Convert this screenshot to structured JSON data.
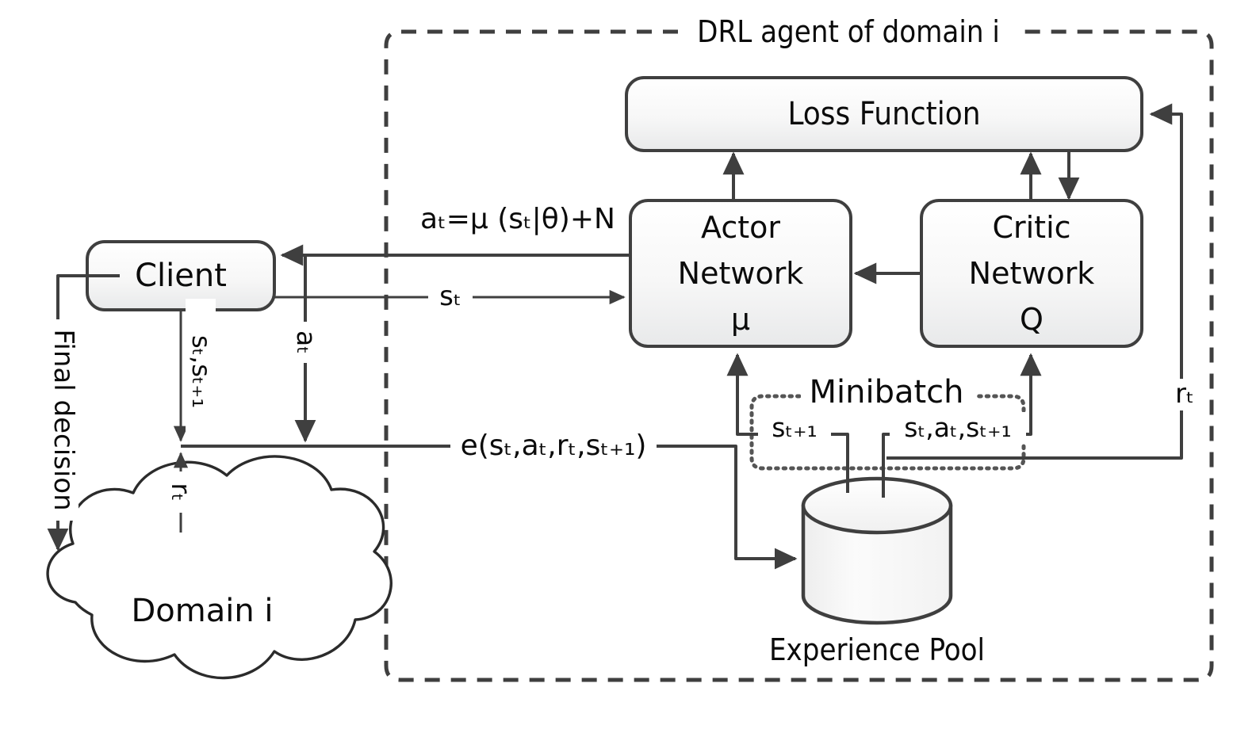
{
  "diagram": {
    "title": "DRL agent of domain i",
    "type": "block-diagram",
    "colors": {
      "stroke": "#3f3f3f",
      "box_fill_top": "#fdfdfd",
      "box_fill_bottom": "#eceded",
      "text": "#0b0b0b",
      "background": "#ffffff",
      "cloud_stroke": "#2b2b2b"
    }
  },
  "boundary": {
    "label": "DRL agent of domain i",
    "style": "dashed"
  },
  "nodes": {
    "client": {
      "label": "Client",
      "shape": "rounded-rect"
    },
    "domain": {
      "label": "Domain i",
      "shape": "cloud"
    },
    "loss_function": {
      "label": "Loss Function",
      "shape": "rounded-rect"
    },
    "actor": {
      "line1": "Actor",
      "line2": "Network",
      "line3": "μ",
      "shape": "rounded-rect"
    },
    "critic": {
      "line1": "Critic",
      "line2": "Network",
      "line3": "Q",
      "shape": "rounded-rect"
    },
    "experience_pool": {
      "label": "Experience Pool",
      "shape": "cylinder"
    },
    "minibatch": {
      "label": "Minibatch",
      "shape": "dotted-rect"
    }
  },
  "edge_labels": {
    "action_formula": "aₜ=μ (sₜ|θ)+N",
    "state": "sₜ",
    "action": "aₜ",
    "reward_left": "rₜ",
    "reward_right": "rₜ",
    "states_pair": "sₜ,sₜ₊₁",
    "final_decision": "Final decision",
    "experience_tuple": "e(sₜ,aₜ,rₜ,sₜ₊₁)",
    "minibatch_next_state": "sₜ₊₁",
    "minibatch_transition": "sₜ,aₜ,sₜ₊₁"
  }
}
